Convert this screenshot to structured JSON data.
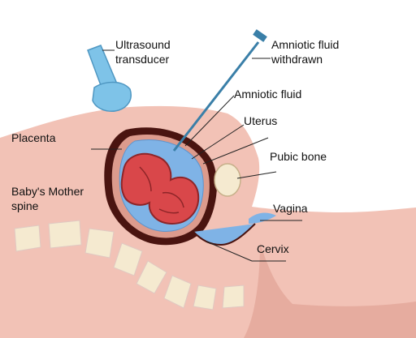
{
  "labels": {
    "ultrasound_transducer": "Ultrasound\ntransducer",
    "amniotic_fluid_withdrawn": "Amniotic fluid\nwithdrawn",
    "amniotic_fluid": "Amniotic fluid",
    "uterus": "Uterus",
    "placenta": "Placenta",
    "pubic_bone": "Pubic bone",
    "babys_mother_spine": "Baby's Mother\nspine",
    "vagina": "Vagina",
    "cervix": "Cervix"
  },
  "colors": {
    "skin": "#f2c2b6",
    "skin_dark": "#dc9b8d",
    "uterus_wall": "#4a1410",
    "fluid": "#7fb3e6",
    "baby": "#d9474a",
    "transducer": "#7ec3e8",
    "needle": "#3a7fa8",
    "bone": "#f5ead0",
    "leader": "#222222"
  }
}
